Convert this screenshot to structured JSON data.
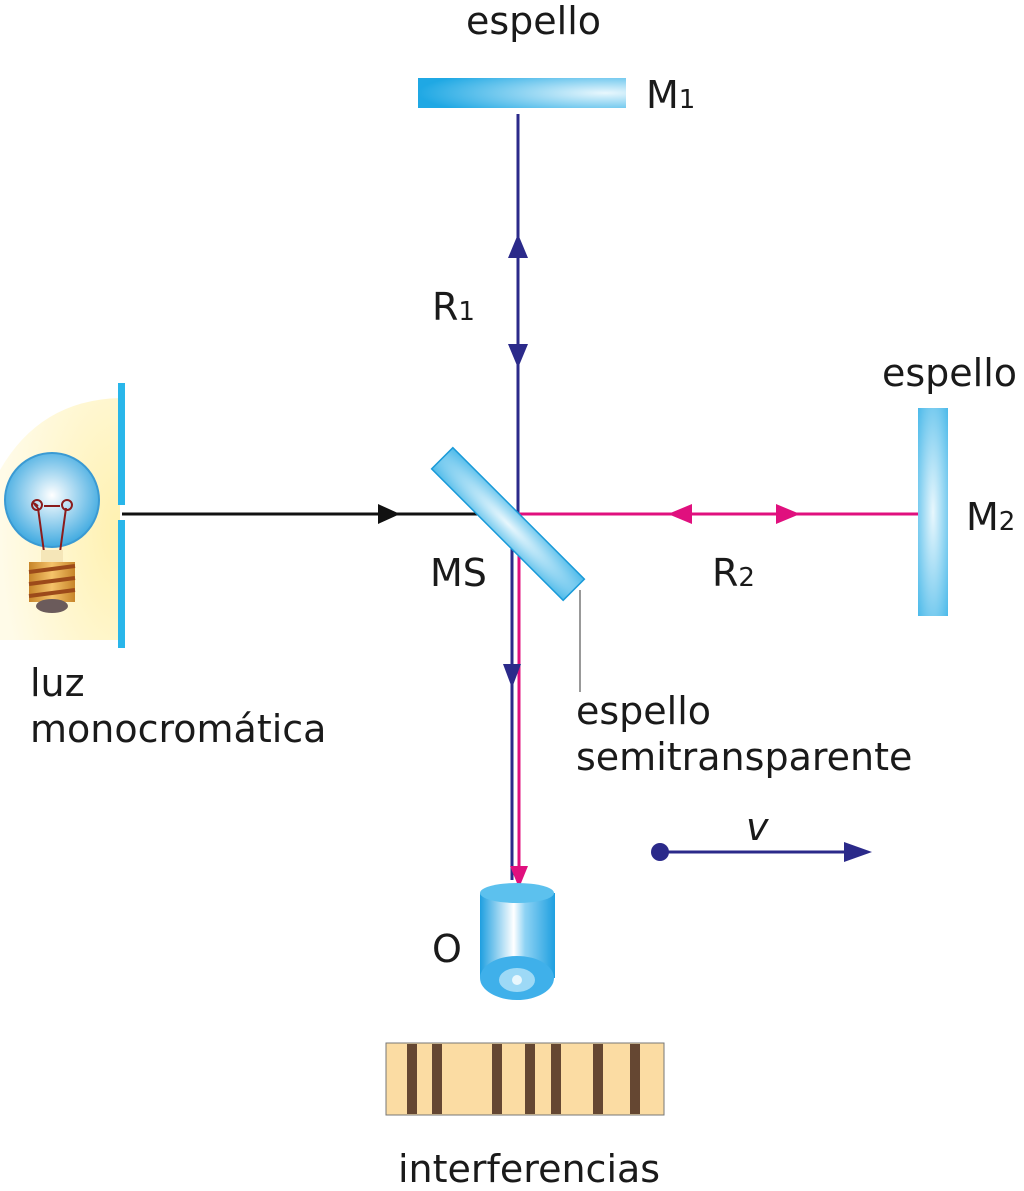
{
  "labels": {
    "mirror1_title": "espello",
    "mirror1": "M",
    "mirror1_sub": "1",
    "ray1": "R",
    "ray1_sub": "1",
    "mirror2_title": "espello",
    "mirror2": "M",
    "mirror2_sub": "2",
    "ray2": "R",
    "ray2_sub": "2",
    "splitter": "MS",
    "splitter_desc_line1": "espello",
    "splitter_desc_line2": "semitransparente",
    "source_line1": "luz",
    "source_line2": "monocromática",
    "velocity": "v",
    "observer": "O",
    "pattern": "interferencias"
  },
  "colors": {
    "mirror": "#29b6ea",
    "ray_blue": "#2b2a8a",
    "ray_magenta": "#e0107e",
    "ray_black": "#111111",
    "glow": "#fff6c4",
    "fringe_bg": "#fbdca3",
    "fringe": "#4a2d1e"
  }
}
